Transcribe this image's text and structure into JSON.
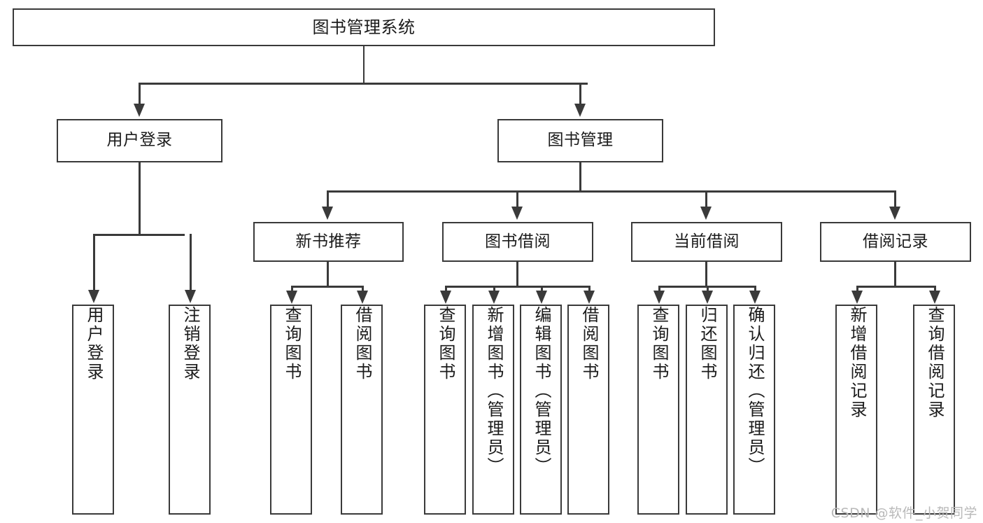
{
  "diagram": {
    "type": "tree-hierarchy",
    "title": "图书管理系统",
    "root": {
      "id": "root",
      "label": "图书管理系统",
      "level": 0
    },
    "level2": [
      {
        "id": "user-login",
        "label": "用户登录",
        "level": 1
      },
      {
        "id": "book-manage",
        "label": "图书管理",
        "level": 1
      }
    ],
    "level3": [
      {
        "id": "new-book-rec",
        "label": "新书推荐",
        "level": 2,
        "parent": "book-manage"
      },
      {
        "id": "book-borrow",
        "label": "图书借阅",
        "level": 2,
        "parent": "book-manage"
      },
      {
        "id": "current-borrow",
        "label": "当前借阅",
        "level": 2,
        "parent": "book-manage"
      },
      {
        "id": "borrow-record",
        "label": "借阅记录",
        "level": 2,
        "parent": "book-manage"
      }
    ],
    "leaves": [
      {
        "id": "leaf-user-login",
        "label": "用户登录",
        "parent": "user-login"
      },
      {
        "id": "leaf-logout",
        "label": "注销登录",
        "parent": "user-login"
      },
      {
        "id": "leaf-query-book-1",
        "label": "查询图书",
        "parent": "new-book-rec"
      },
      {
        "id": "leaf-borrow-book-1",
        "label": "借阅图书",
        "parent": "new-book-rec"
      },
      {
        "id": "leaf-query-book-2",
        "label": "查询图书",
        "parent": "book-borrow"
      },
      {
        "id": "leaf-add-book",
        "label": "新增图书（管理员）",
        "parent": "book-borrow"
      },
      {
        "id": "leaf-edit-book",
        "label": "编辑图书（管理员）",
        "parent": "book-borrow"
      },
      {
        "id": "leaf-borrow-book-2",
        "label": "借阅图书",
        "parent": "book-borrow"
      },
      {
        "id": "leaf-query-book-3",
        "label": "查询图书",
        "parent": "current-borrow"
      },
      {
        "id": "leaf-return-book",
        "label": "归还图书",
        "parent": "current-borrow"
      },
      {
        "id": "leaf-confirm-return",
        "label": "确认归还（管理员）",
        "parent": "current-borrow"
      },
      {
        "id": "leaf-add-record",
        "label": "新增借阅记录",
        "parent": "borrow-record"
      },
      {
        "id": "leaf-query-record",
        "label": "查询借阅记录",
        "parent": "borrow-record"
      }
    ]
  },
  "watermark": {
    "text": "CSDN @软件_小贺同学"
  },
  "colors": {
    "stroke": "#3a3a3a",
    "fill": "#ffffff",
    "text": "#1b1b1b",
    "watermark": "#b9b9b9"
  }
}
